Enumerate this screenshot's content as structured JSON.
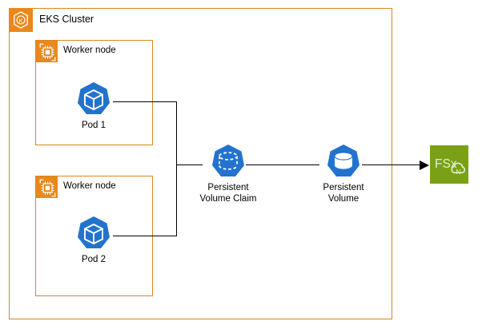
{
  "diagram": {
    "title": "EKS Cluster",
    "colors": {
      "cluster_border": "#d9861f",
      "cluster_icon_bg": "#e8881d",
      "worker_border": "#d9861f",
      "worker_icon_bg": "#e8881d",
      "kubernetes_blue": "#2273ce",
      "fsx_green": "#7aa116",
      "connector": "#000000",
      "text": "#000000"
    }
  },
  "cluster": {
    "label": "EKS Cluster",
    "icon": "eks-kubernetes-icon"
  },
  "workers": [
    {
      "label": "Worker node",
      "icon": "worker-node-cpu-icon"
    },
    {
      "label": "Worker node",
      "icon": "worker-node-cpu-icon"
    }
  ],
  "pods": [
    {
      "label": "Pod 1",
      "icon": "kubernetes-pod-icon"
    },
    {
      "label": "Pod 2",
      "icon": "kubernetes-pod-icon"
    }
  ],
  "storage": [
    {
      "label": "Persistent\nVolume Claim",
      "icon": "kubernetes-pvc-icon"
    },
    {
      "label": "Persistent\nVolume",
      "icon": "kubernetes-pv-icon"
    }
  ],
  "service": {
    "label": "FSx",
    "sublabel": "N",
    "icon": "amazon-fsx-netapp-ontap-icon"
  }
}
